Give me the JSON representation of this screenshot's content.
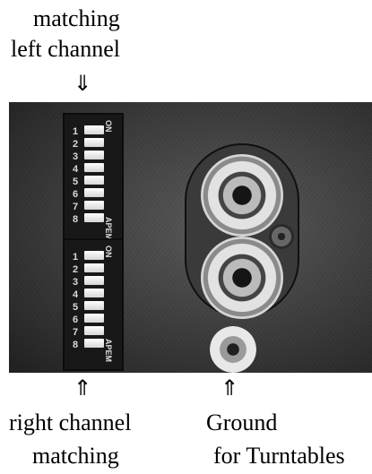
{
  "labels": {
    "top_line1": "matching",
    "top_line2": "left channel",
    "bottom_left_line1": "right channel",
    "bottom_left_line2": "matching",
    "bottom_right_line1": "Ground",
    "bottom_right_line2": "for Turntables"
  },
  "arrows": {
    "down": "⇓",
    "up": "⇑"
  },
  "dip_switch": {
    "on_label": "ON",
    "brand_label": "APEM",
    "numbers": [
      "1",
      "2",
      "3",
      "4",
      "5",
      "6",
      "7",
      "8"
    ]
  }
}
